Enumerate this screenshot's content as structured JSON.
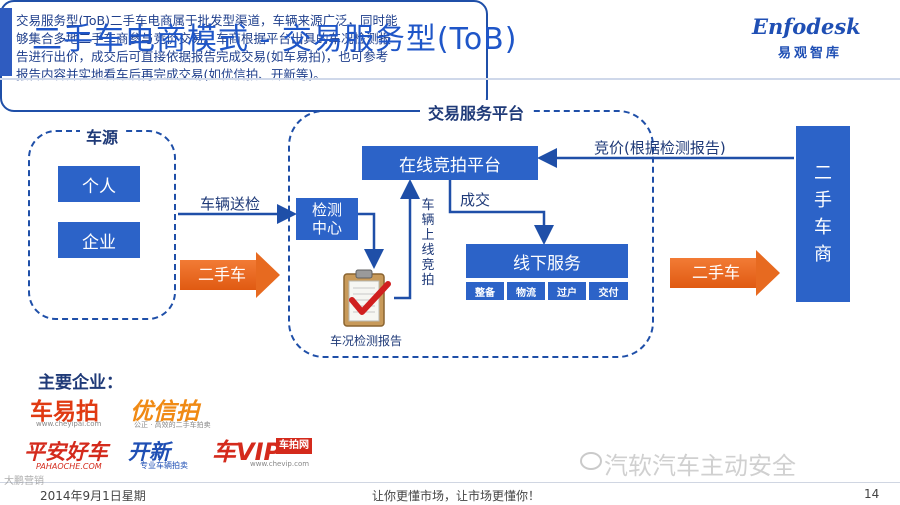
{
  "header": {
    "title": "二手车电商模式 - 交易服务型(ToB)",
    "logo_text": "Enfodesk",
    "logo_sub": "易观智库"
  },
  "diagram": {
    "source": {
      "title": "车源",
      "items": [
        "个人",
        "企业"
      ]
    },
    "platform": {
      "title": "交易服务平台",
      "auction": "在线竞拍平台",
      "inspection": [
        "检测",
        "中心"
      ],
      "vertical_label": "车辆上线竞拍",
      "deal_label": "成交",
      "offline_service": "线下服务",
      "offline_tags": [
        "整备",
        "物流",
        "过户",
        "交付"
      ],
      "report_label": "车况检测报告"
    },
    "send_label": "车辆送检",
    "left_arrow_label": "二手车",
    "right_arrow_label": "二手车",
    "bid_label": "竞价(根据检测报告)",
    "dealer": [
      "二",
      "手",
      "车",
      "商"
    ]
  },
  "note": {
    "lines": [
      "交易服务型(ToB)二手车电商属于批发型渠道，车辆来源广泛，同时能",
      "够集合多地二手车商参与竞价交易。车商根据平台出具的车况检测报",
      "告进行出价，成交后可直接依据报告完成交易(如车易拍)，也可参考",
      "报告内容并实地看车后再完成交易(如优信拍、开新等)。"
    ]
  },
  "companies": {
    "title": "主要企业：",
    "brands": {
      "cheyipai": "车易拍",
      "cheyipai_url": "www.cheyipai.com",
      "youxinpai": "优信拍",
      "youxinpai_sub": "公正 · 高效的二手车拍卖",
      "pingan": "平安好车",
      "pingan_sub": "PAHAOCHE.COM",
      "kaixin": "开新",
      "kaixin_sub": "专业车辆拍卖",
      "chevip": "车VIP",
      "chevip_tag": "车拍网",
      "chevip_url": "www.chevip.com"
    }
  },
  "footer": {
    "date": "2014年9月1日星期",
    "slogan": "让你更懂市场，让市场更懂你！",
    "page": "14",
    "corner": "大鹏营销",
    "watermark": "汽软汽车主动安全"
  },
  "colors": {
    "primary_blue": "#2c63c8",
    "title_blue": "#1f56c8",
    "orange": "#e76a20",
    "check_red": "#d01f1f"
  }
}
